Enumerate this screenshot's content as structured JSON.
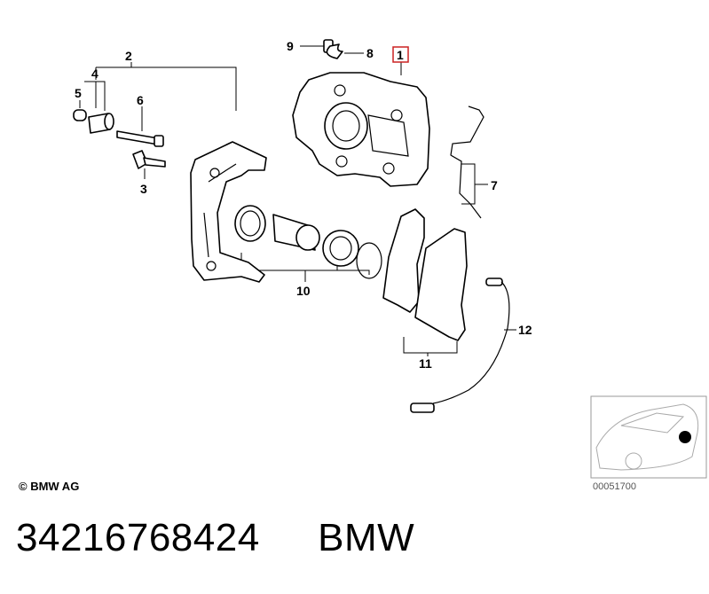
{
  "callouts": {
    "c1": "1",
    "c2": "2",
    "c3": "3",
    "c4": "4",
    "c5": "5",
    "c6": "6",
    "c7": "7",
    "c8": "8",
    "c9": "9",
    "c10": "10",
    "c11": "11",
    "c12": "12"
  },
  "copyright": "© BMW AG",
  "diagram_ref": "00051700",
  "part_number": "34216768424",
  "brand": "BMW",
  "colors": {
    "highlight_box": "#cc2222",
    "line": "#000000"
  }
}
